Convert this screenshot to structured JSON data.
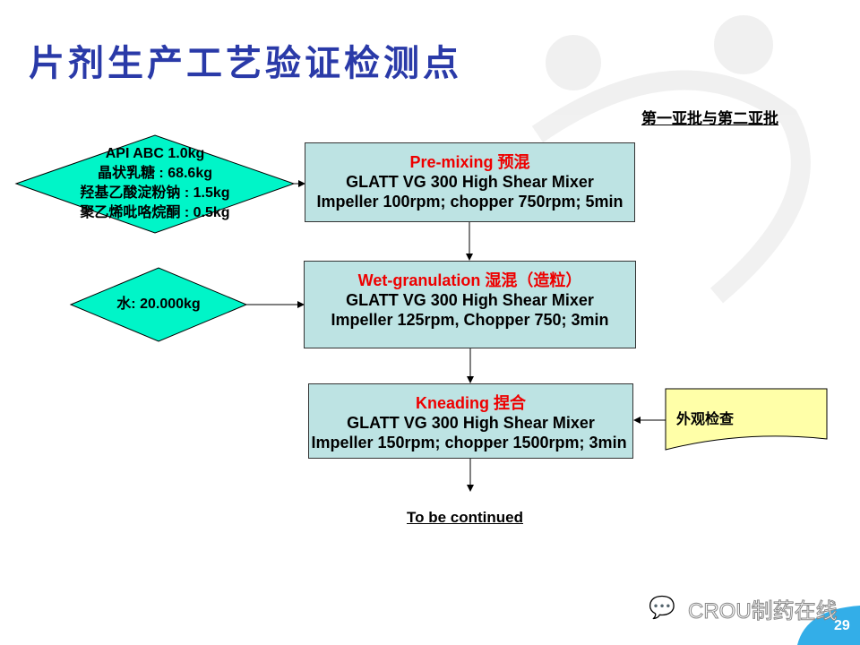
{
  "title": "片剂生产工艺验证检测点",
  "subtitle": "第一亚批与第二亚批",
  "inputs1": [
    "API ABC  1.0kg",
    "晶状乳糖 : 68.6kg",
    "羟基乙酸淀粉钠 : 1.5kg",
    "聚乙烯吡咯烷酮 : 0.5kg"
  ],
  "input2": "水: 20.000kg",
  "steps": [
    {
      "name": "Pre-mixing 预混",
      "equip": "GLATT VG 300 High Shear Mixer",
      "params": "Impeller 100rpm; chopper 750rpm; 5min"
    },
    {
      "name": "Wet-granulation 湿混（造粒）",
      "equip": "GLATT VG 300 High Shear Mixer",
      "params": "Impeller 125rpm, Chopper 750; 3min"
    },
    {
      "name": "Kneading 捏合",
      "equip": "GLATT VG 300 High Shear Mixer",
      "params": "Impeller 150rpm; chopper 1500rpm; 3min"
    }
  ],
  "check": "外观检查",
  "continued": "To be continued",
  "watermark": "CROU制药在线",
  "page": "29"
}
